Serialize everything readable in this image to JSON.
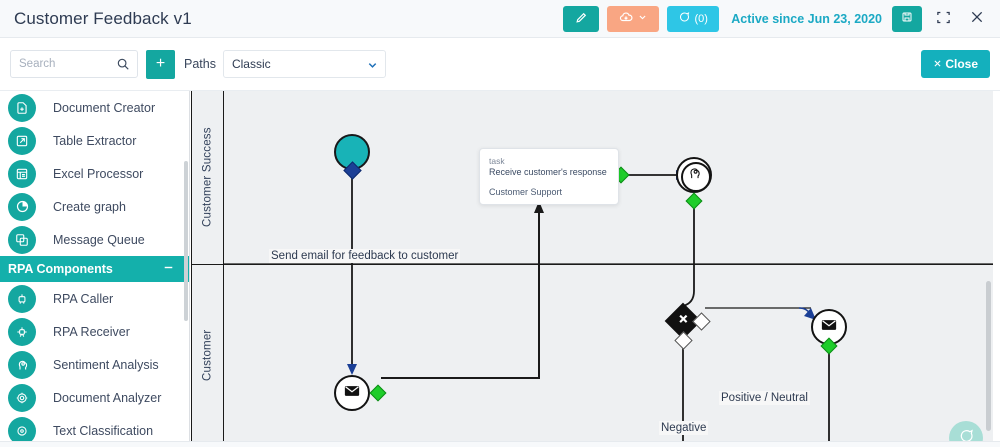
{
  "titlebar": {
    "title": "Customer Feedback v1",
    "edit_icon": "pencil-icon",
    "cloud_icon": "cloud-upload-icon",
    "cloud_caret": "chevron-down-icon",
    "comments_label": "(0)",
    "comments_icon": "comment-icon",
    "active_since": "Active since Jun 23, 2020",
    "save_icon": "save-disk-icon",
    "fullscreen_icon": "fullscreen-icon",
    "close_icon": "close-x-icon"
  },
  "toolbar": {
    "search_placeholder": "Search",
    "search_value": "",
    "search_icon": "search-icon",
    "add_label": "+",
    "paths_label": "Paths",
    "path_selected": "Classic",
    "path_options": [
      "Classic"
    ],
    "caret_icon": "chevron-down-icon",
    "close_label": "Close",
    "close_icon": "close-x-icon"
  },
  "sidebar": {
    "items_top": [
      {
        "label": "Document Creator",
        "icon": "document-add-icon"
      },
      {
        "label": "Table Extractor",
        "icon": "table-extract-icon"
      },
      {
        "label": "Excel Processor",
        "icon": "list-grid-icon"
      },
      {
        "label": "Create graph",
        "icon": "pie-chart-icon"
      },
      {
        "label": "Message Queue",
        "icon": "queue-stack-icon"
      }
    ],
    "group": {
      "label": "RPA Components",
      "collapse_icon": "minus-icon"
    },
    "items_rpa": [
      {
        "label": "RPA Caller",
        "icon": "robot-icon"
      },
      {
        "label": "RPA Receiver",
        "icon": "robot-receive-icon"
      },
      {
        "label": "Sentiment Analysis",
        "icon": "head-sentiment-icon"
      },
      {
        "label": "Document Analyzer",
        "icon": "document-scan-icon"
      },
      {
        "label": "Text Classification",
        "icon": "text-class-icon"
      }
    ]
  },
  "canvas": {
    "lanes": [
      {
        "name": "Customer Success"
      },
      {
        "name": "Customer"
      }
    ],
    "nodes": [
      {
        "id": "start",
        "kind": "start-event",
        "label": ""
      },
      {
        "id": "send-email",
        "kind": "message-task",
        "icon": "envelope-icon"
      },
      {
        "id": "sentiment",
        "kind": "intermediate-event",
        "icon": "head-sentiment-icon"
      },
      {
        "id": "gateway",
        "kind": "exclusive-gateway",
        "icon": "x-gateway-icon"
      },
      {
        "id": "reply-email",
        "kind": "message-task",
        "icon": "envelope-icon"
      }
    ],
    "edge_labels": [
      "Send email for feedback to customer",
      "Positive / Neutral",
      "Negative"
    ],
    "tooltip": {
      "kind": "task",
      "name": "Receive customer's response",
      "assignee": "Customer Support"
    },
    "chat_fab_icon": "comment-icon"
  },
  "colors": {
    "teal": "#14a7a0",
    "cyan": "#2ec6e6",
    "orange": "#f9a683",
    "green_handle": "#1ecd2a",
    "blue_handle": "#1b3f96",
    "canvas_bg": "#eef0f2"
  }
}
